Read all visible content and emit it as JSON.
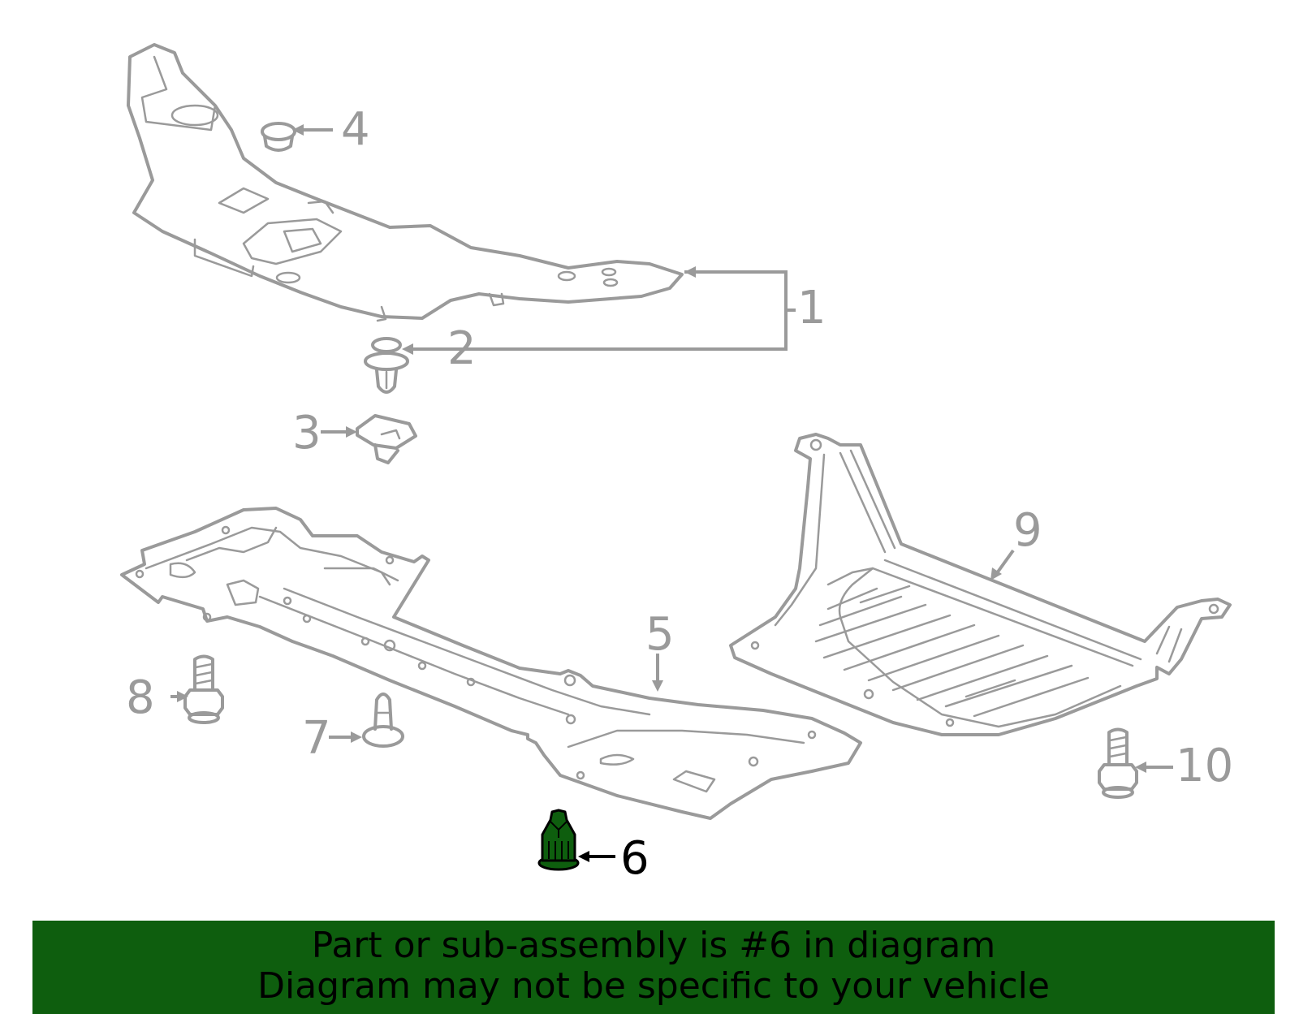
{
  "callouts": [
    {
      "id": "1",
      "highlighted": false
    },
    {
      "id": "2",
      "highlighted": false
    },
    {
      "id": "3",
      "highlighted": false
    },
    {
      "id": "4",
      "highlighted": false
    },
    {
      "id": "5",
      "highlighted": false
    },
    {
      "id": "6",
      "highlighted": true
    },
    {
      "id": "7",
      "highlighted": false
    },
    {
      "id": "8",
      "highlighted": false
    },
    {
      "id": "9",
      "highlighted": false
    },
    {
      "id": "10",
      "highlighted": false
    }
  ],
  "colors": {
    "highlight": "#0e5e0e",
    "line_art": "#9a9a9a",
    "text": "#000000"
  },
  "banner": {
    "line1": "Part or sub-assembly is #6 in diagram",
    "line2": "Diagram may not be specific to your vehicle"
  }
}
